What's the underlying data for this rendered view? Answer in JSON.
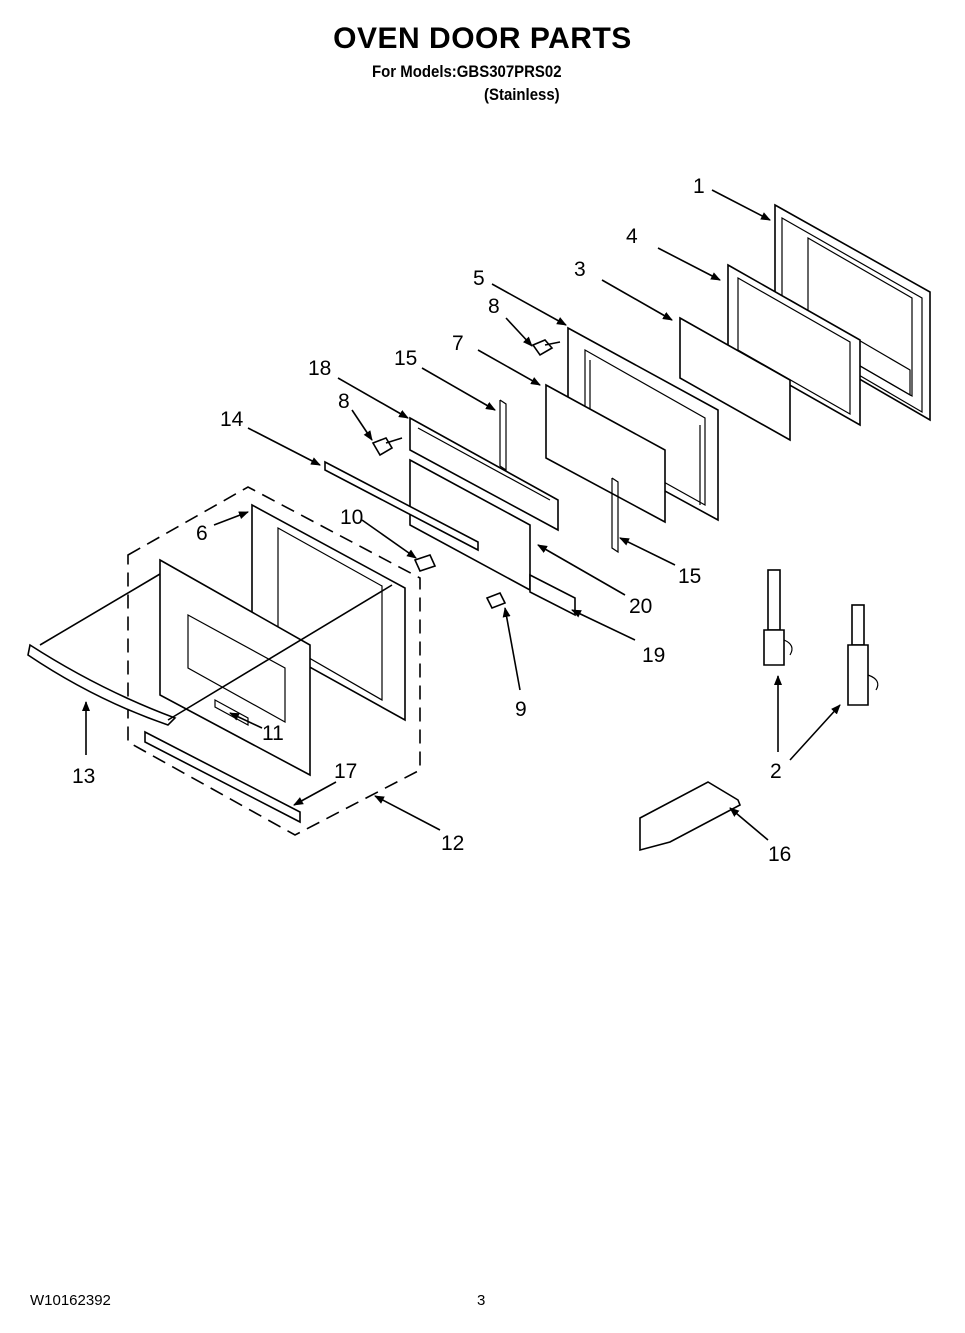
{
  "header": {
    "title": "OVEN DOOR PARTS",
    "models": "For Models:GBS307PRS02",
    "variant": "(Stainless)"
  },
  "footer": {
    "doc_number": "W10162392",
    "page_number": "3"
  },
  "callouts": {
    "c1": "1",
    "c2": "2",
    "c3": "3",
    "c4": "4",
    "c5": "5",
    "c6": "6",
    "c7": "7",
    "c8a": "8",
    "c8b": "8",
    "c9": "9",
    "c10": "10",
    "c11": "11",
    "c12": "12",
    "c13": "13",
    "c14": "14",
    "c15a": "15",
    "c15b": "15",
    "c16": "16",
    "c17": "17",
    "c18": "18",
    "c19": "19",
    "c20": "20"
  }
}
